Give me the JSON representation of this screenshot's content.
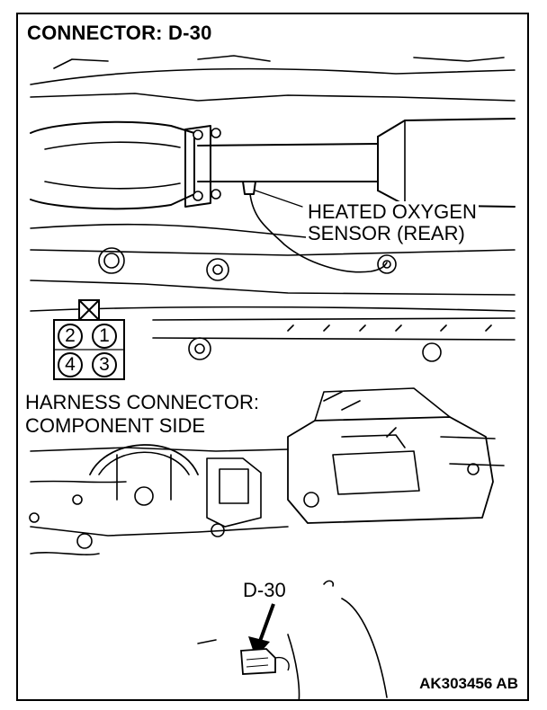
{
  "title": "CONNECTOR: D-30",
  "component_label": {
    "line1": "HEATED OXYGEN",
    "line2": "SENSOR (REAR)"
  },
  "connector_view_label": {
    "line1": "HARNESS CONNECTOR:",
    "line2": "COMPONENT SIDE"
  },
  "connector_pins": {
    "top_row": [
      "2",
      "1"
    ],
    "bottom_row": [
      "4",
      "3"
    ]
  },
  "callout_label": "D-30",
  "figure_code": "AK303456 AB"
}
